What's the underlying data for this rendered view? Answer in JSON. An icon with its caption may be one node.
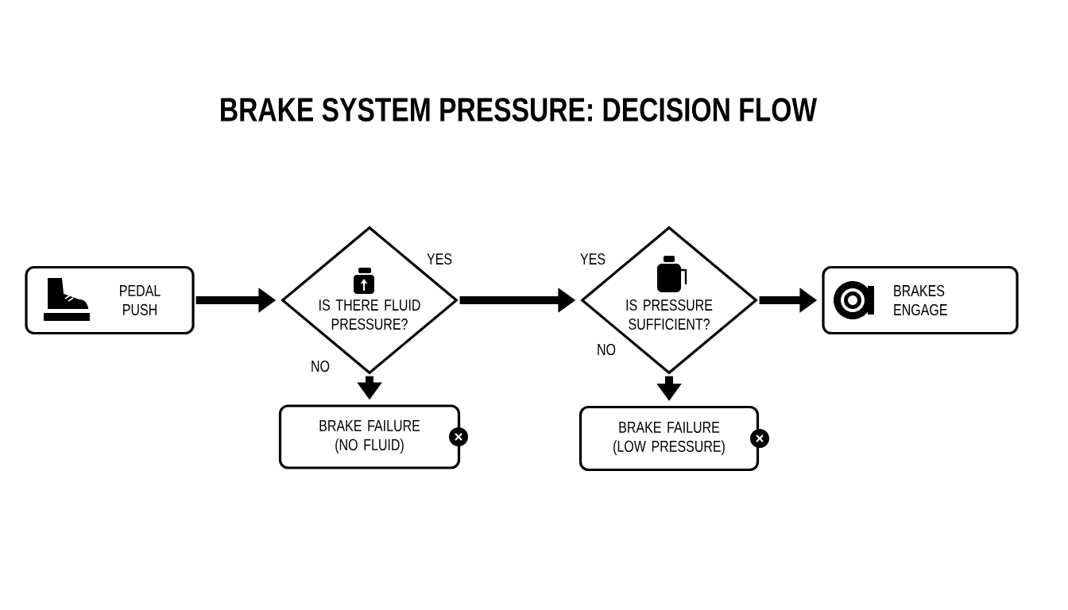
{
  "diagram": {
    "title": "BRAKE SYSTEM PRESSURE: DECISION FLOW",
    "nodes": [
      {
        "text": [
          "PEDAL PUSH"
        ]
      },
      {
        "text": [
          "IS THERE FLUID PRESSURE?"
        ]
      },
      {
        "text": [
          "IS PRESSURE SUFFICIENT?"
        ]
      },
      {
        "text": [
          "BRAKES ENGAGE"
        ]
      },
      {
        "text": [
          "BRAKE FAILURE (NO FLUID)"
        ]
      },
      {
        "text": [
          "BRAKE FAILURE (LOW PRESSURE)"
        ]
      }
    ],
    "edges": [
      {
        "from": 0,
        "to": 1,
        "arrow": "to"
      },
      {
        "from": 1,
        "to": 2,
        "arrow": "to",
        "label": "YES"
      },
      {
        "from": 2,
        "to": 3,
        "arrow": "to"
      },
      {
        "from": 1,
        "to": 4,
        "arrow": "to",
        "label": "NO"
      },
      {
        "from": 2,
        "to": 5,
        "arrow": "to",
        "label": "NO"
      }
    ],
    "labels": [
      "YES"
    ]
  }
}
